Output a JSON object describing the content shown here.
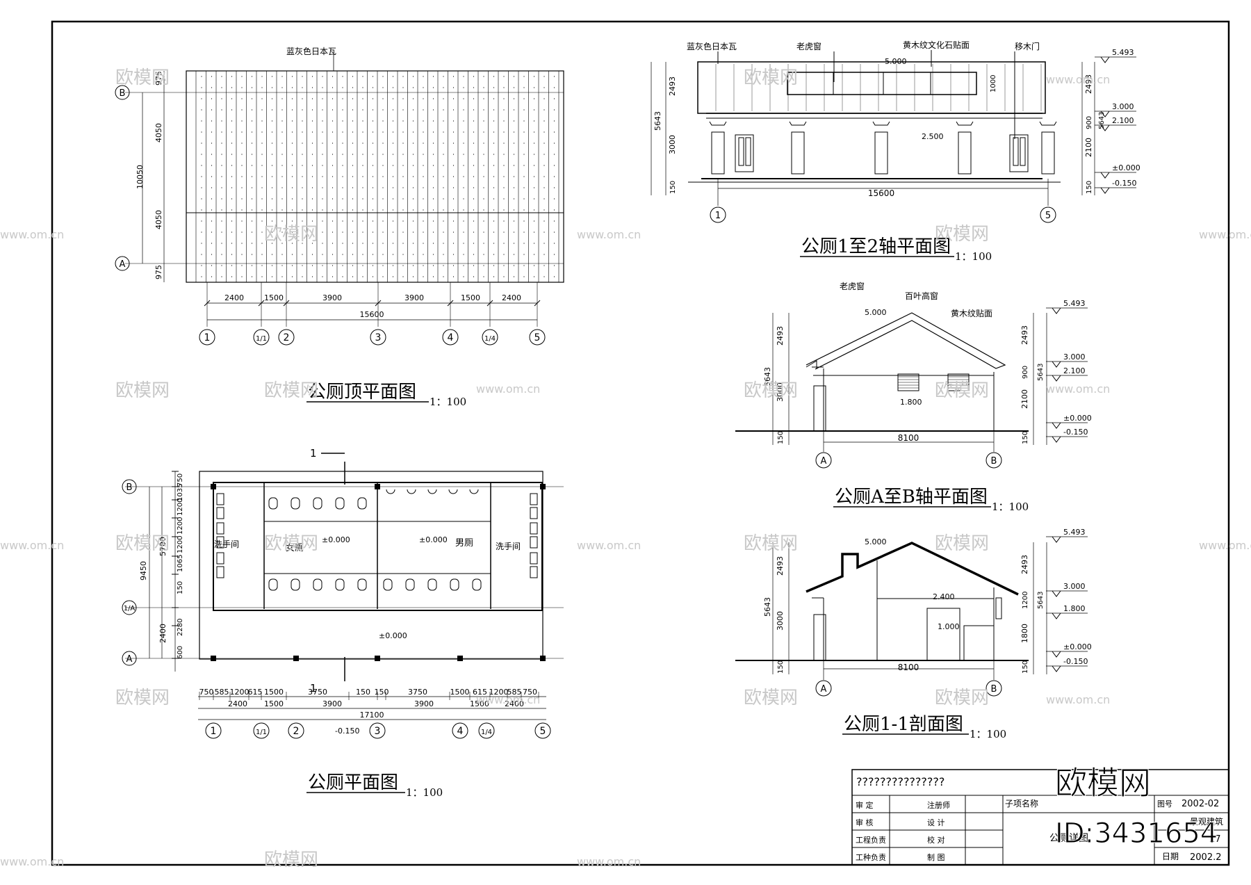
{
  "titles": {
    "roof_plan": "公厕顶平面图",
    "floor_plan": "公厕平面图",
    "elev_1_2": "公厕1至2轴平面图",
    "elev_a_b": "公厕A至B轴平面图",
    "section": "公厕1-1剖面图",
    "scale": "1：100"
  },
  "annotations": {
    "roof_tile": "蓝灰色日本瓦",
    "old_tiger_window": "老虎窗",
    "wood_stone_facing": "黄木纹文化石贴面",
    "wood_door": "移木门",
    "louver_window": "百叶高窗",
    "wood_facing": "黄木纹贴面",
    "ladies": "女厕",
    "mens": "男厕",
    "wash_room": "洗手间",
    "section_mark": "1"
  },
  "axes": {
    "numeric": [
      "1",
      "1/1",
      "2",
      "3",
      "4",
      "1/4",
      "5"
    ],
    "letter": [
      "A",
      "1/A",
      "B"
    ],
    "elev_ends": [
      "1",
      "5"
    ],
    "sect_ends": [
      "A",
      "B"
    ]
  },
  "dims": {
    "roof_bottom": [
      "2400",
      "1500",
      "3900",
      "3900",
      "1500",
      "2400"
    ],
    "roof_total": "15600",
    "roof_left": [
      "975",
      "4050",
      "4050",
      "975"
    ],
    "roof_left_total": "10050",
    "plan_row1": [
      "750",
      "585",
      "1200",
      "615",
      "1500",
      "3750",
      "150",
      "150",
      "3750",
      "1500",
      "615",
      "1200",
      "585",
      "750"
    ],
    "plan_row2": [
      "2400",
      "1500",
      "3900",
      "3900",
      "1500",
      "2400"
    ],
    "plan_total": "17100",
    "plan_left1": [
      "750",
      "1035",
      "1200",
      "1200",
      "1200",
      "1065",
      "150",
      "2280",
      "600"
    ],
    "plan_left2": [
      "5700",
      "2400"
    ],
    "plan_left_total": "9450",
    "elev1_levels": [
      "5.493",
      "3.000",
      "2.100",
      "±0.000",
      "-0.150"
    ],
    "elev1_left": [
      "2493",
      "3000",
      "150",
      "5643"
    ],
    "elev1_right": [
      "2493",
      "900",
      "2100",
      "150",
      "5643"
    ],
    "elev1_marks": [
      "5.000",
      "2.500",
      "1000"
    ],
    "elev1_width": "15600",
    "elev2_levels": [
      "5.493",
      "3.000",
      "2.100",
      "±0.000",
      "-0.150"
    ],
    "elev2_marks": [
      "5.000",
      "1.800"
    ],
    "elev2_width": "8100",
    "sect_levels": [
      "5.493",
      "3.000",
      "1.800",
      "±0.000",
      "-0.150"
    ],
    "sect_left": [
      "2493",
      "3000",
      "150",
      "5643"
    ],
    "sect_right": [
      "2493",
      "1200",
      "1800",
      "150",
      "5643"
    ],
    "sect_marks": [
      "5.000",
      "2.400",
      "1.000"
    ],
    "sect_width": "8100",
    "plan_levels": [
      "±0.000",
      "±0.000",
      "±0.000",
      "-0.150"
    ]
  },
  "title_block": {
    "project": "???????????????",
    "rows": [
      [
        "审  定",
        "注册师"
      ],
      [
        "审  核",
        "设  计"
      ],
      [
        "工程负责",
        "校  对"
      ],
      [
        "工种负责",
        "制  图"
      ]
    ],
    "sub_name_label": "子项名称",
    "drawing_no_label": "图号",
    "drawing_no": "2002-02",
    "category": "景观建筑",
    "sheet_name": "公厕详图",
    "sheet": "27",
    "date_label": "日期",
    "date": "2002.2"
  },
  "watermark": {
    "brand": "欧模网",
    "site": "www.om.cn",
    "id": "ID:3431654"
  }
}
